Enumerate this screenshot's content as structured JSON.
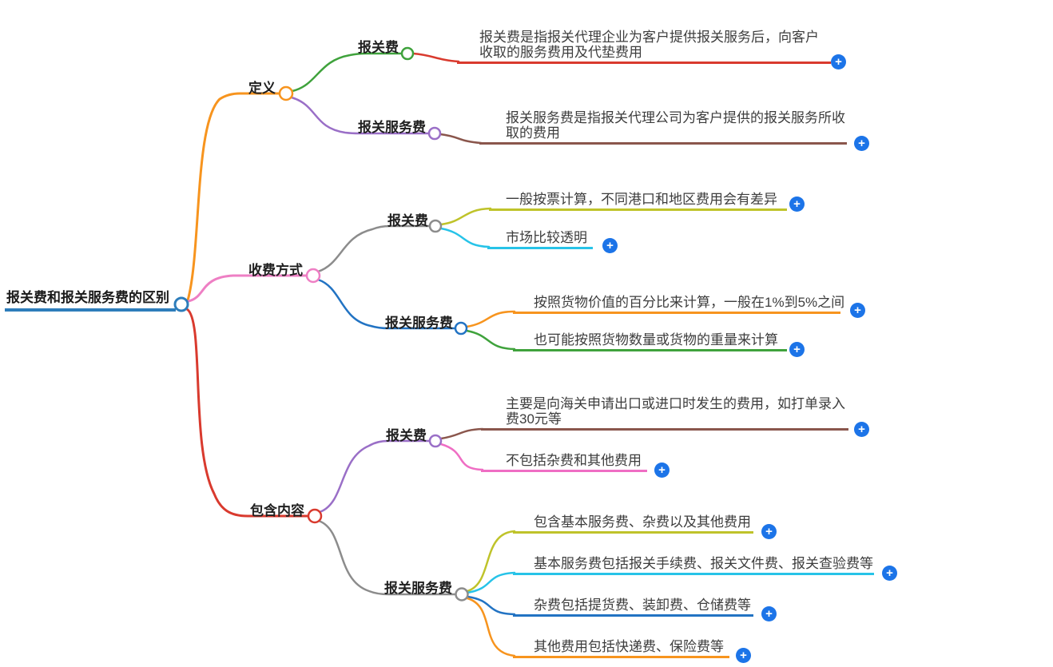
{
  "palette": {
    "root_blue": "#2d7dbb",
    "orange": "#f7941e",
    "pink": "#ee7fc4",
    "red": "#d93a2e",
    "green": "#3fa23c",
    "purple": "#9a6fc7",
    "gray": "#8c8c8c",
    "olive": "#bfc32a",
    "cyan": "#27c3e8",
    "blue": "#2273c3",
    "brown": "#8a564c",
    "magenta": "#ef6ec4",
    "plus_blue": "#1c74e8"
  },
  "icons": {
    "plus": "+"
  },
  "root": {
    "label": "报关费和报关服务费的区别"
  },
  "branches": [
    {
      "label": "定义",
      "children": [
        {
          "label": "报关费",
          "leaves": [
            {
              "text": "报关费是指报关代理企业为客户提供报关服务后，向客户\n收取的服务费用及代垫费用"
            }
          ]
        },
        {
          "label": "报关服务费",
          "leaves": [
            {
              "text": "报关服务费是指报关代理公司为客户提供的报关服务所收\n取的费用"
            }
          ]
        }
      ]
    },
    {
      "label": "收费方式",
      "children": [
        {
          "label": "报关费",
          "leaves": [
            {
              "text": "一般按票计算，不同港口和地区费用会有差异"
            },
            {
              "text": "市场比较透明"
            }
          ]
        },
        {
          "label": "报关服务费",
          "leaves": [
            {
              "text": "按照货物价值的百分比来计算，一般在1%到5%之间"
            },
            {
              "text": "也可能按照货物数量或货物的重量来计算"
            }
          ]
        }
      ]
    },
    {
      "label": "包含内容",
      "children": [
        {
          "label": "报关费",
          "leaves": [
            {
              "text": "主要是向海关申请出口或进口时发生的费用，如打单录入\n费30元等"
            },
            {
              "text": "不包括杂费和其他费用"
            }
          ]
        },
        {
          "label": "报关服务费",
          "leaves": [
            {
              "text": "包含基本服务费、杂费以及其他费用"
            },
            {
              "text": "基本服务费包括报关手续费、报关文件费、报关查验费等"
            },
            {
              "text": "杂费包括提货费、装卸费、仓储费等"
            },
            {
              "text": "其他费用包括快递费、保险费等"
            }
          ]
        }
      ]
    }
  ]
}
